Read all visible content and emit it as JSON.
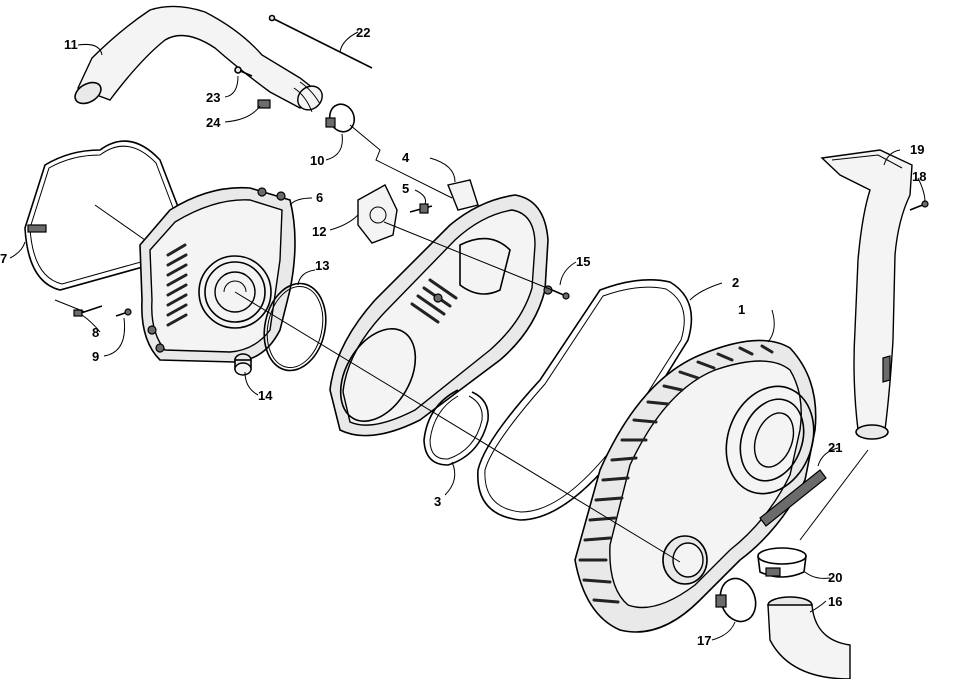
{
  "callouts": [
    {
      "id": "c1",
      "label": "1"
    },
    {
      "id": "c2",
      "label": "2"
    },
    {
      "id": "c3",
      "label": "3"
    },
    {
      "id": "c4",
      "label": "4"
    },
    {
      "id": "c5",
      "label": "5"
    },
    {
      "id": "c6",
      "label": "6"
    },
    {
      "id": "c7",
      "label": "7"
    },
    {
      "id": "c8",
      "label": "8"
    },
    {
      "id": "c9",
      "label": "9"
    },
    {
      "id": "c10",
      "label": "10"
    },
    {
      "id": "c11",
      "label": "11"
    },
    {
      "id": "c12",
      "label": "12"
    },
    {
      "id": "c13",
      "label": "13"
    },
    {
      "id": "c14",
      "label": "14"
    },
    {
      "id": "c15",
      "label": "15"
    },
    {
      "id": "c16",
      "label": "16"
    },
    {
      "id": "c17",
      "label": "17"
    },
    {
      "id": "c18",
      "label": "18"
    },
    {
      "id": "c19",
      "label": "19"
    },
    {
      "id": "c20",
      "label": "20"
    },
    {
      "id": "c21",
      "label": "21"
    },
    {
      "id": "c22",
      "label": "22"
    },
    {
      "id": "c23",
      "label": "23"
    },
    {
      "id": "c24",
      "label": "24"
    }
  ],
  "colors": {
    "line": "#000000",
    "fill": "#e9e9e9",
    "shade": "#6b6b6b",
    "background": "#ffffff"
  }
}
